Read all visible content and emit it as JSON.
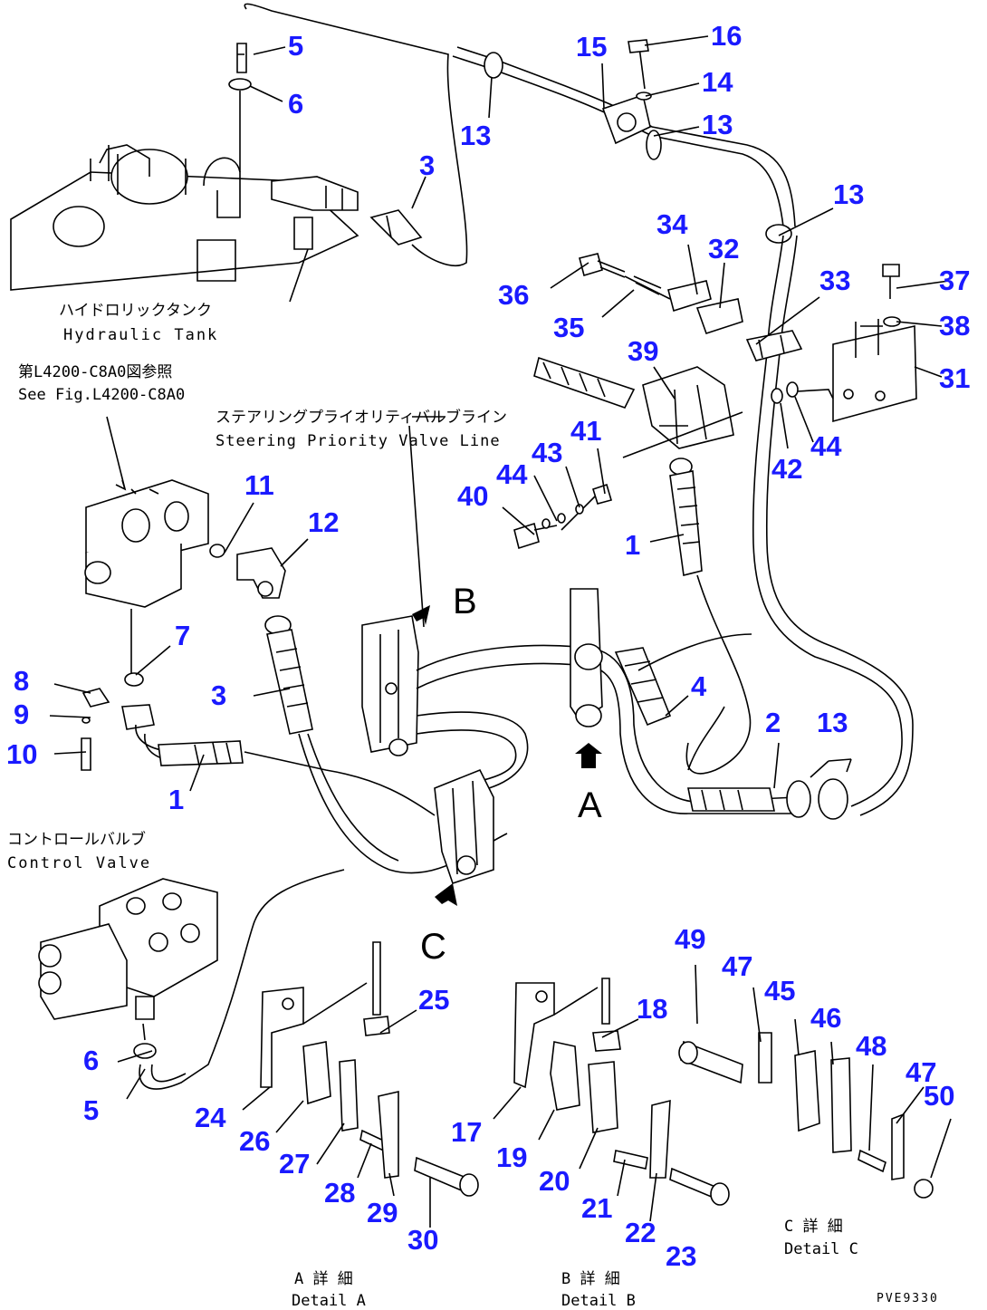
{
  "parts": [
    {
      "id": "p5a",
      "label": "5"
    },
    {
      "id": "p6a",
      "label": "6"
    },
    {
      "id": "p13a",
      "label": "13"
    },
    {
      "id": "p3a",
      "label": "3"
    },
    {
      "id": "p15",
      "label": "15"
    },
    {
      "id": "p16",
      "label": "16"
    },
    {
      "id": "p14",
      "label": "14"
    },
    {
      "id": "p13b",
      "label": "13"
    },
    {
      "id": "p13c",
      "label": "13"
    },
    {
      "id": "p34",
      "label": "34"
    },
    {
      "id": "p32",
      "label": "32"
    },
    {
      "id": "p36",
      "label": "36"
    },
    {
      "id": "p35",
      "label": "35"
    },
    {
      "id": "p33",
      "label": "33"
    },
    {
      "id": "p37",
      "label": "37"
    },
    {
      "id": "p38",
      "label": "38"
    },
    {
      "id": "p39",
      "label": "39"
    },
    {
      "id": "p31",
      "label": "31"
    },
    {
      "id": "p42",
      "label": "42"
    },
    {
      "id": "p44a",
      "label": "44"
    },
    {
      "id": "p41",
      "label": "41"
    },
    {
      "id": "p43",
      "label": "43"
    },
    {
      "id": "p44b",
      "label": "44"
    },
    {
      "id": "p40",
      "label": "40"
    },
    {
      "id": "p11",
      "label": "11"
    },
    {
      "id": "p12",
      "label": "12"
    },
    {
      "id": "p1a",
      "label": "1"
    },
    {
      "id": "p7",
      "label": "7"
    },
    {
      "id": "p8",
      "label": "8"
    },
    {
      "id": "p9",
      "label": "9"
    },
    {
      "id": "p10",
      "label": "10"
    },
    {
      "id": "p3b",
      "label": "3"
    },
    {
      "id": "p1b",
      "label": "1"
    },
    {
      "id": "p4",
      "label": "4"
    },
    {
      "id": "p2",
      "label": "2"
    },
    {
      "id": "p13d",
      "label": "13"
    },
    {
      "id": "p49",
      "label": "49"
    },
    {
      "id": "p47a",
      "label": "47"
    },
    {
      "id": "p45",
      "label": "45"
    },
    {
      "id": "p46",
      "label": "46"
    },
    {
      "id": "p48",
      "label": "48"
    },
    {
      "id": "p47b",
      "label": "47"
    },
    {
      "id": "p50",
      "label": "50"
    },
    {
      "id": "p25",
      "label": "25"
    },
    {
      "id": "p18",
      "label": "18"
    },
    {
      "id": "p6b",
      "label": "6"
    },
    {
      "id": "p5b",
      "label": "5"
    },
    {
      "id": "p24",
      "label": "24"
    },
    {
      "id": "p26",
      "label": "26"
    },
    {
      "id": "p27",
      "label": "27"
    },
    {
      "id": "p28",
      "label": "28"
    },
    {
      "id": "p29",
      "label": "29"
    },
    {
      "id": "p30",
      "label": "30"
    },
    {
      "id": "p17",
      "label": "17"
    },
    {
      "id": "p19",
      "label": "19"
    },
    {
      "id": "p20",
      "label": "20"
    },
    {
      "id": "p21",
      "label": "21"
    },
    {
      "id": "p22",
      "label": "22"
    },
    {
      "id": "p23",
      "label": "23"
    }
  ],
  "captions": {
    "hydraulic_tank_jp": "ハイドロリックタンク",
    "hydraulic_tank_en": "Hydraulic Tank",
    "see_fig_jp": "第L4200-C8A0図参照",
    "see_fig_en": "See Fig.L4200-C8A0",
    "steering_jp": "ステアリングプライオリティバルブライン",
    "steering_en": "Steering Priority Valve Line",
    "control_valve_jp": "コントロールバルブ",
    "control_valve_en": "Control Valve",
    "detail_a_jp": "A 詳 細",
    "detail_a_en": "Detail A",
    "detail_b_jp": "B 詳 細",
    "detail_b_en": "Detail B",
    "detail_c_jp": "C 詳 細",
    "detail_c_en": "Detail C",
    "view_a": "A",
    "view_b": "B",
    "view_c": "C",
    "drawing_code": "PVE9330"
  }
}
